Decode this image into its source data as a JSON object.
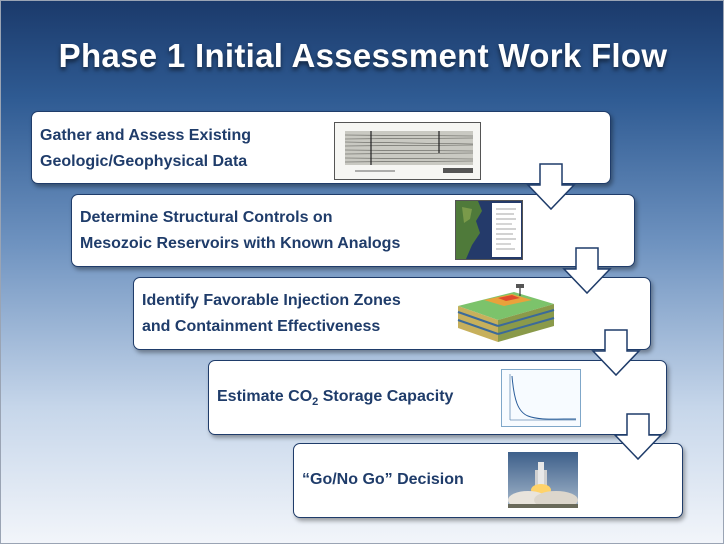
{
  "slide": {
    "title": "Phase 1 Initial Assessment Work Flow"
  },
  "steps": [
    {
      "line1": "Gather and Assess Existing",
      "line2": "Geologic/Geophysical Data",
      "image": "seismic-section-image"
    },
    {
      "line1": "Determine Structural Controls on",
      "line2": "Mesozoic Reservoirs with Known Analogs",
      "image": "regional-map-image"
    },
    {
      "line1": "Identify Favorable Injection Zones",
      "line2": "and Containment Effectiveness",
      "image": "reservoir-block-model-image"
    },
    {
      "prefix": "Estimate CO",
      "sub": "2",
      "suffix": " Storage Capacity",
      "image": "storage-curve-chart-image"
    },
    {
      "line1": "“Go/No Go” Decision",
      "image": "rocket-launch-image"
    }
  ],
  "colors": {
    "background_top": "#1b3a6b",
    "background_bottom": "#f2f5fa",
    "box_text": "#1f3c6a",
    "arrow_fill": "#ffffff",
    "arrow_stroke": "#1f3c6a"
  }
}
